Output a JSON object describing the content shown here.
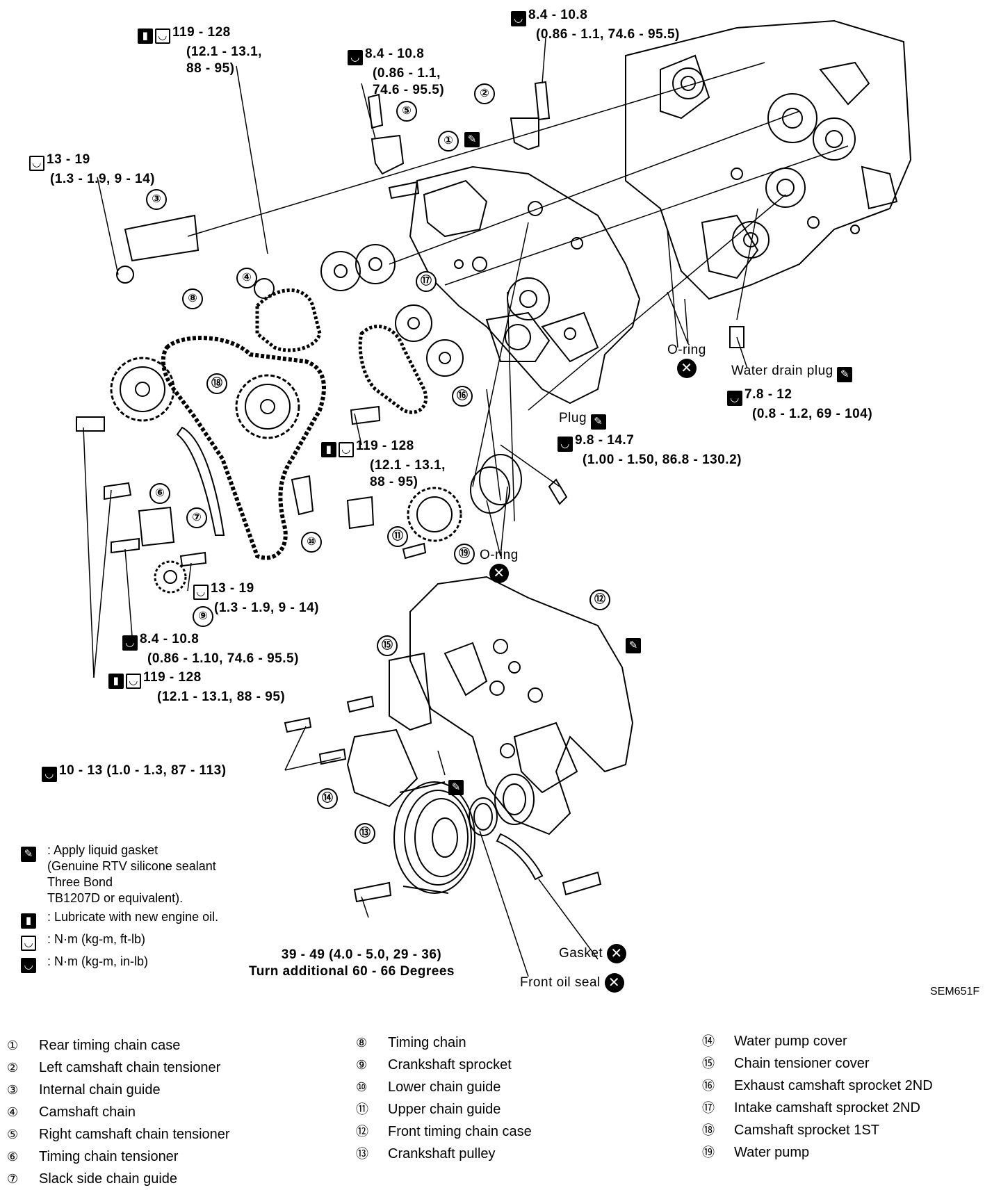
{
  "torque": {
    "t1": [
      "119 - 128",
      "(12.1 - 13.1,",
      "88 - 95)"
    ],
    "t2": [
      "8.4 - 10.8",
      "(0.86 - 1.1,",
      "74.6 - 95.5)"
    ],
    "t3": [
      "8.4 - 10.8",
      "(0.86 - 1.1, 74.6 - 95.5)"
    ],
    "t4": [
      "13 - 19",
      "(1.3 - 1.9, 9 - 14)"
    ],
    "t5": [
      "119 - 128",
      "(12.1 - 13.1,",
      "88 - 95)"
    ],
    "t6": [
      "9.8 - 14.7",
      "(1.00 - 1.50, 86.8 - 130.2)"
    ],
    "t7": [
      "7.8 - 12",
      "(0.8 - 1.2, 69 - 104)"
    ],
    "t8": [
      "13 - 19",
      "(1.3 - 1.9, 9 - 14)"
    ],
    "t9": [
      "8.4 - 10.8",
      "(0.86 - 1.10, 74.6 - 95.5)"
    ],
    "t10": [
      "119 - 128",
      "(12.1 - 13.1, 88 - 95)"
    ],
    "t11": "10 - 13 (1.0 - 1.3, 87 - 113)",
    "t12": [
      "39 - 49  (4.0 - 5.0, 29 - 36)",
      "Turn additional 60 - 66 Degrees"
    ]
  },
  "callouts": {
    "oring_upper": "O-ring",
    "oring_lower": "O-ring",
    "water_drain_plug": "Water drain plug",
    "plug": "Plug",
    "gasket": "Gasket",
    "front_oil_seal": "Front oil seal"
  },
  "numbers": [
    "①",
    "②",
    "③",
    "④",
    "⑤",
    "⑥",
    "⑦",
    "⑧",
    "⑨",
    "⑩",
    "⑪",
    "⑫",
    "⑬",
    "⑭",
    "⑮",
    "⑯",
    "⑰",
    "⑱",
    "⑲"
  ],
  "legend": [
    {
      "symbol": "liquid-gasket-icon",
      "text": ": Apply liquid gasket\n(Genuine RTV silicone sealant\nThree Bond\nTB1207D or equivalent)."
    },
    {
      "symbol": "engine-oil-icon",
      "text": ": Lubricate with new engine oil."
    },
    {
      "symbol": "torque-wrench-icon",
      "text": ": N·m (kg-m, ft-lb)"
    },
    {
      "symbol": "torque-wrench-small-icon",
      "text": ": N·m (kg-m, in-lb)"
    }
  ],
  "ref_code": "SEM651F",
  "parts": [
    {
      "no": "①",
      "name": "Rear timing chain case"
    },
    {
      "no": "②",
      "name": "Left camshaft chain tensioner"
    },
    {
      "no": "③",
      "name": "Internal chain guide"
    },
    {
      "no": "④",
      "name": "Camshaft chain"
    },
    {
      "no": "⑤",
      "name": "Right camshaft chain tensioner"
    },
    {
      "no": "⑥",
      "name": "Timing chain tensioner"
    },
    {
      "no": "⑦",
      "name": "Slack side chain guide"
    },
    {
      "no": "⑧",
      "name": "Timing chain"
    },
    {
      "no": "⑨",
      "name": "Crankshaft sprocket"
    },
    {
      "no": "⑩",
      "name": "Lower chain guide"
    },
    {
      "no": "⑪",
      "name": "Upper chain guide"
    },
    {
      "no": "⑫",
      "name": "Front timing chain case"
    },
    {
      "no": "⑬",
      "name": "Crankshaft pulley"
    },
    {
      "no": "⑭",
      "name": "Water pump cover"
    },
    {
      "no": "⑮",
      "name": "Chain tensioner cover"
    },
    {
      "no": "⑯",
      "name": "Exhaust camshaft sprocket 2ND"
    },
    {
      "no": "⑰",
      "name": "Intake camshaft sprocket 2ND"
    },
    {
      "no": "⑱",
      "name": "Camshaft sprocket 1ST"
    },
    {
      "no": "⑲",
      "name": "Water pump"
    }
  ]
}
